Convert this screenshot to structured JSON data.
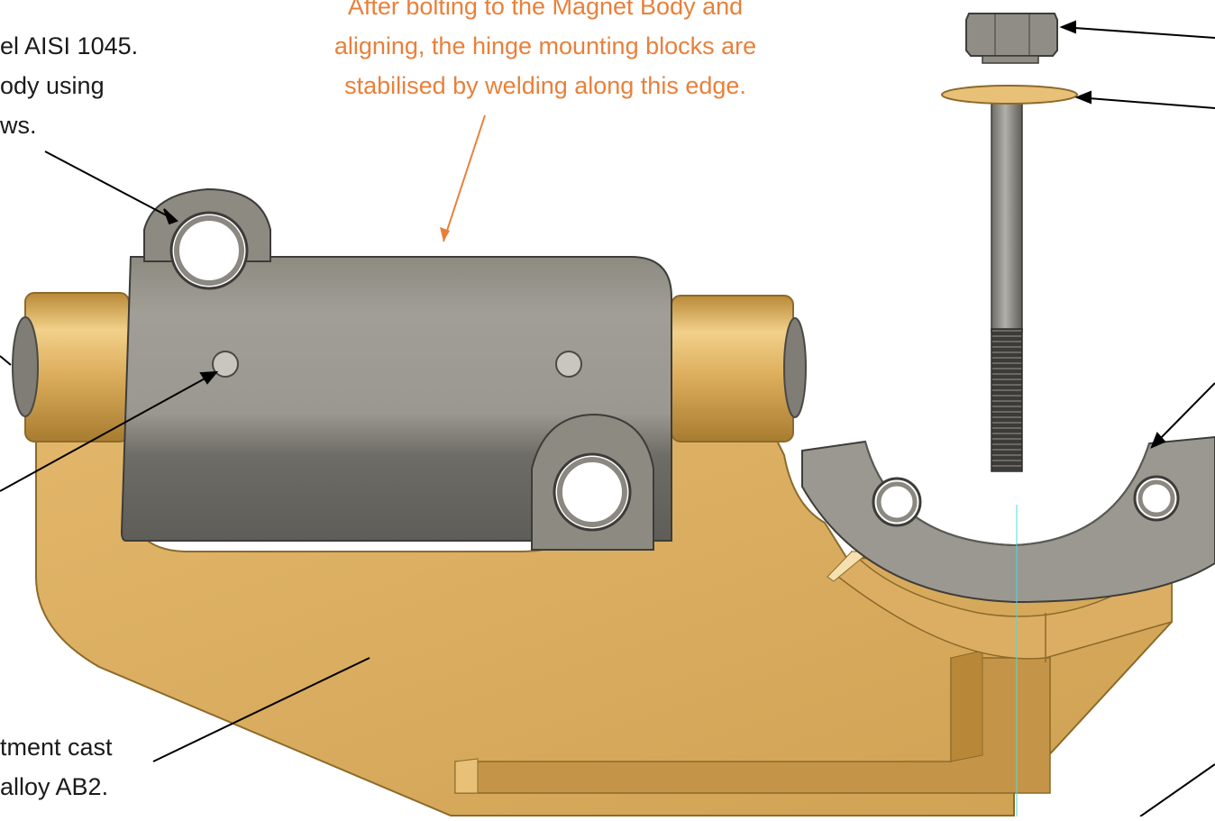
{
  "annotations": {
    "hinge_block": [
      "el AISI 1045.",
      "ody using",
      "ws."
    ],
    "weld_note": [
      "After bolting to the Magnet Body and",
      "aligning, the hinge mounting blocks are",
      "stabilised by welding along this edge."
    ],
    "casting": [
      "tment cast",
      "alloy AB2."
    ]
  },
  "colors": {
    "annotation_text": "#1a1a1a",
    "weld_note_text": "#e8803a",
    "bronze": "#d6a75a",
    "steel": "#9a9890",
    "leader": "#000000"
  }
}
